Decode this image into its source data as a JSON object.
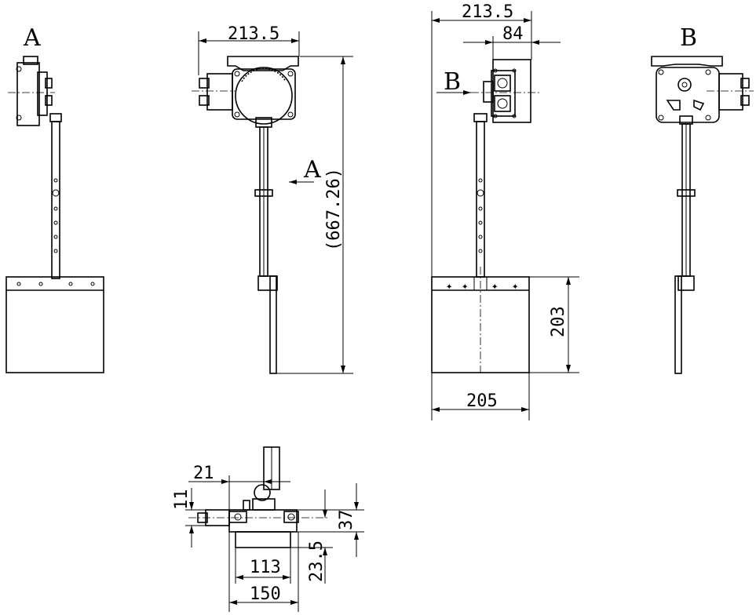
{
  "views": {
    "view_a_label": "A",
    "view_b_label": "B",
    "arrow_a_label": "A",
    "arrow_b_label": "B"
  },
  "dimensions": {
    "front_width": "213.5",
    "front_height": "(667.26)",
    "side_width": "213.5",
    "side_box": "84",
    "plate_height": "203",
    "plate_width": "205",
    "top_offset": "21",
    "top_small": "11",
    "top_37": "37",
    "top_23": "23.5",
    "top_113": "113",
    "top_150": "150"
  }
}
